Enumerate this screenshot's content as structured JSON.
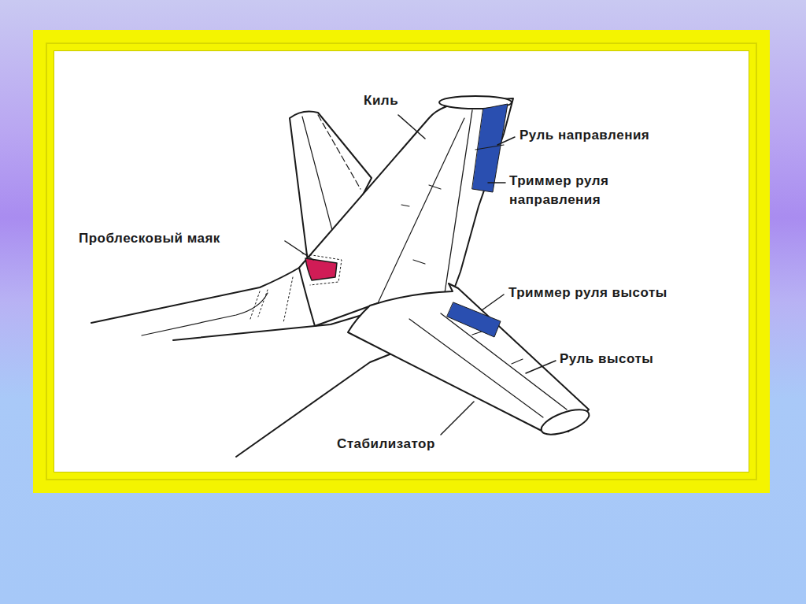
{
  "diagram": {
    "labels": [
      "Киль",
      "Руль направления",
      "Триммер руля направления",
      "Проблесковый маяк",
      "Триммер руля высоты",
      "Руль высоты",
      "Стабилизатор"
    ]
  }
}
